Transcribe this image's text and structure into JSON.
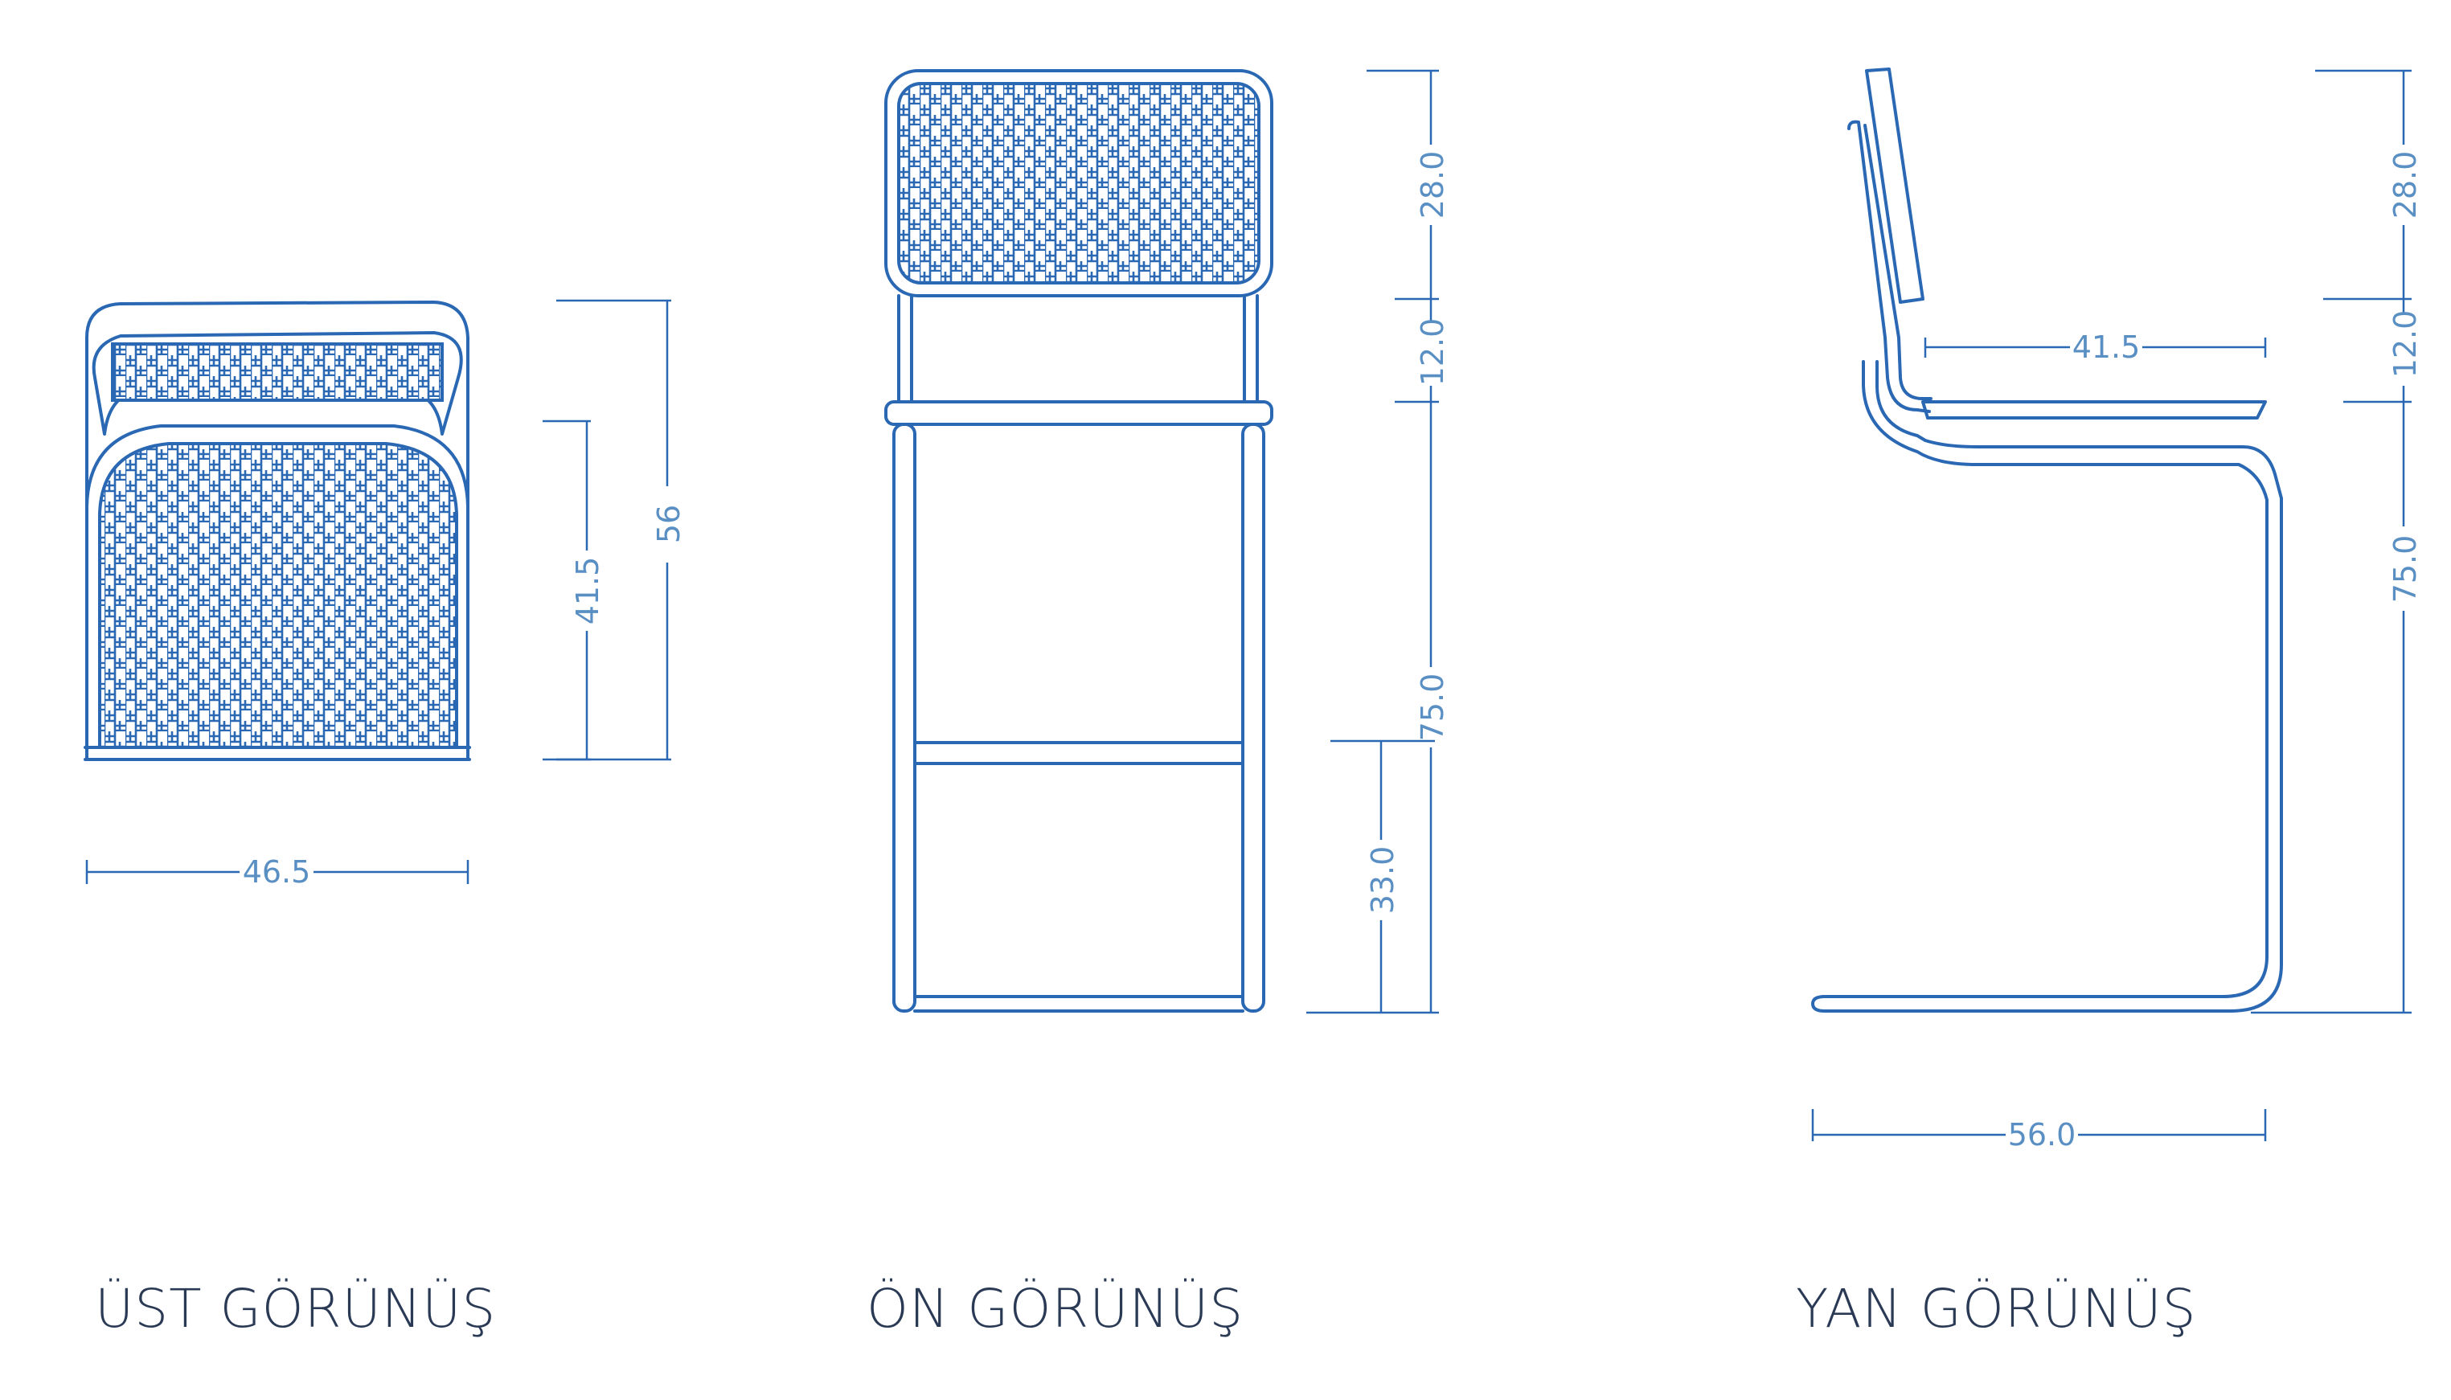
{
  "colors": {
    "line": "#2a68b4",
    "dimension_text": "#5a8fc4",
    "caption": "#2a3a55",
    "background": "#ffffff"
  },
  "views": {
    "top": {
      "caption": "ÜST GÖRÜNÜŞ",
      "dims": {
        "width": "46.5",
        "seat_depth": "41.5",
        "total_depth": "56"
      }
    },
    "front": {
      "caption": "ÖN GÖRÜNÜŞ",
      "dims": {
        "backrest": "28.0",
        "gap": "12.0",
        "seat_height": "75.0",
        "footrest": "33.0"
      }
    },
    "side": {
      "caption": "YAN GÖRÜNÜŞ",
      "dims": {
        "backrest": "28.0",
        "gap": "12.0",
        "seat_height": "75.0",
        "seat_depth": "41.5",
        "depth": "56.0"
      }
    }
  }
}
